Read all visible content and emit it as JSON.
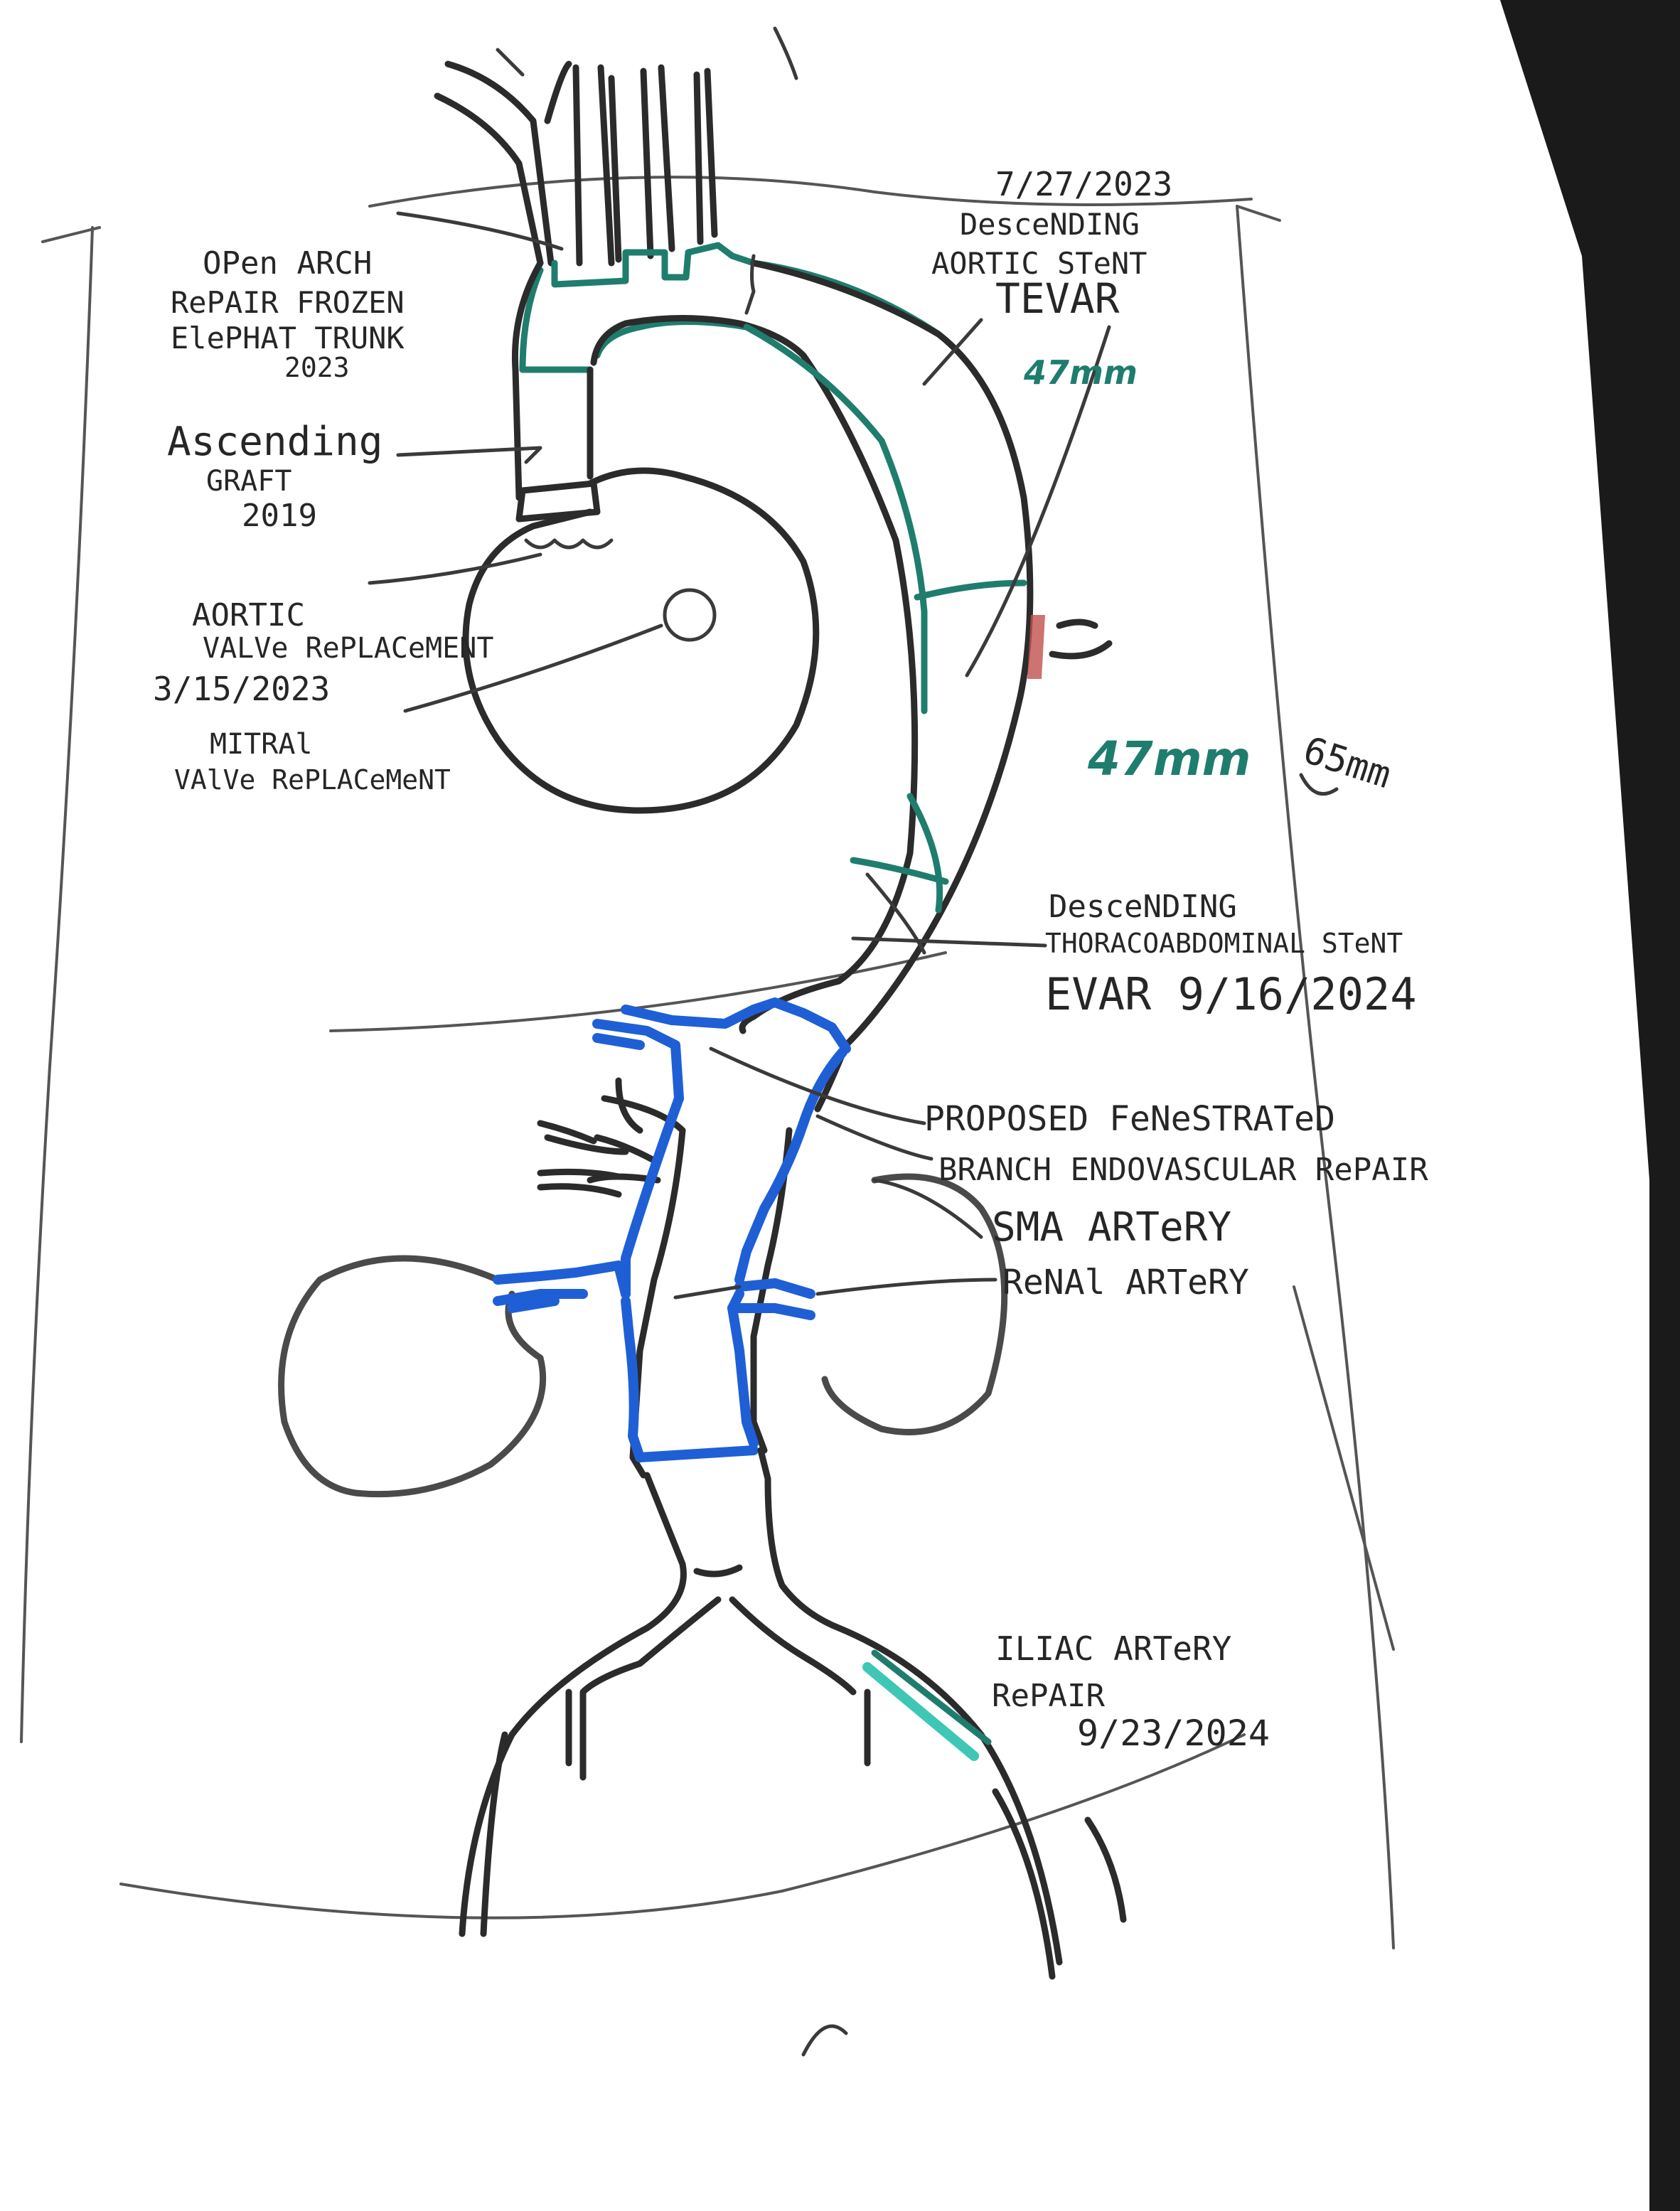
{
  "labels": {
    "arch_repair": [
      "OPen ARCH",
      "RePAIR FROZEN",
      "ElePHAT TRUNK",
      "2023"
    ],
    "ascending_graft": [
      "Ascending",
      "GRAFT",
      "2019"
    ],
    "aortic_valve": [
      "AORTIC",
      "VALVe RePLACeMENT",
      "3/15/2023"
    ],
    "mitral_valve": [
      "MITRAl",
      "VAlVe RePLACeMeNT"
    ],
    "tevar": [
      "7/27/2023",
      "DesceNDING",
      "AORTIC STeNT",
      "TEVAR"
    ],
    "measure_upper": "47mm",
    "measure_lower": "47mm",
    "measure_side": "65mm",
    "evar": [
      "DesceNDING",
      "THORACOABDOMINAL STeNT",
      "EVAR 9/16/2024"
    ],
    "fenestrated": [
      "PROPOSED FeNeSTRATeD",
      "BRANCH ENDOVASCULAR RePAIR"
    ],
    "sma": "SMA ARTeRY",
    "renal": "ReNAl ARTeRY",
    "iliac": [
      "ILIAC ARTeRY",
      "RePAIR",
      "9/23/2024"
    ]
  },
  "colors": {
    "ink": "#2b2b2b",
    "stent_teal": "#1f7d6e",
    "iliac_aqua": "#3ec7b5",
    "proposed_blue": "#1f5fd6",
    "aneurysm_red": "#c0504d",
    "scan_shadow": "#1a1a1a"
  }
}
